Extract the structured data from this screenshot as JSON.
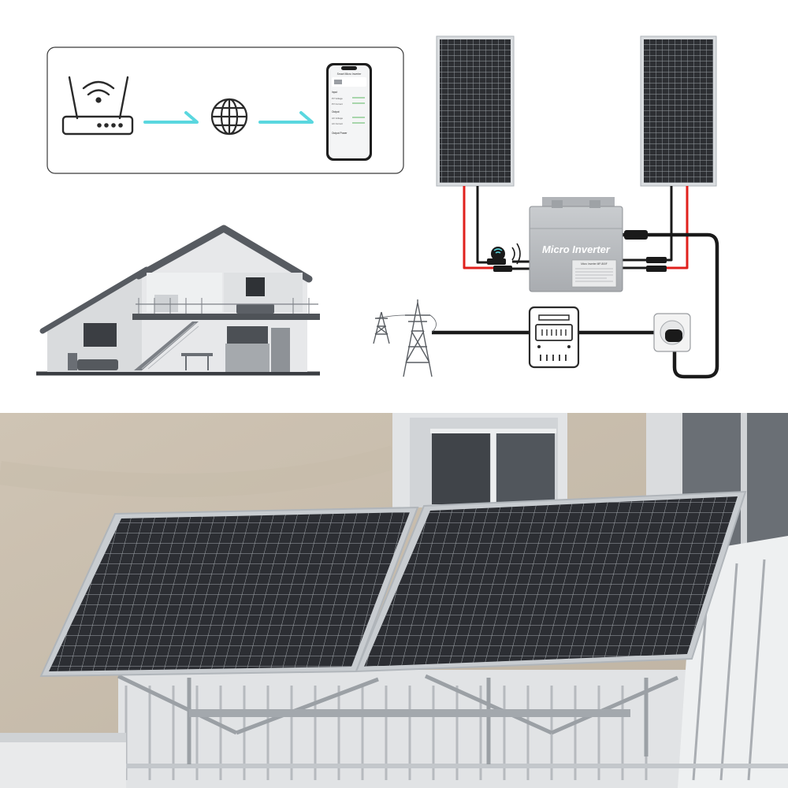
{
  "inverter": {
    "label": "Micro Inverter",
    "model": "Micro Inverter  MP-800F"
  },
  "phone": {
    "app_title": "Smart Micro Inverter",
    "rows": [
      "Input",
      "PV Voltage",
      "PV Current",
      "Output",
      "AC Voltage",
      "AC Current",
      "Output Power"
    ]
  },
  "colors": {
    "arrow": "#5ad7df",
    "cable_red": "#e0201c",
    "cable_black": "#1a1a1a",
    "panel_cell": "#2d2f33",
    "inverter_body": "#b9bcbf"
  },
  "icons": [
    "wifi-router-icon",
    "globe-icon",
    "smartphone-icon",
    "arrow-right-icon",
    "wifi-signal-icon",
    "power-tower-icon",
    "energy-meter-icon",
    "wall-socket-icon"
  ]
}
